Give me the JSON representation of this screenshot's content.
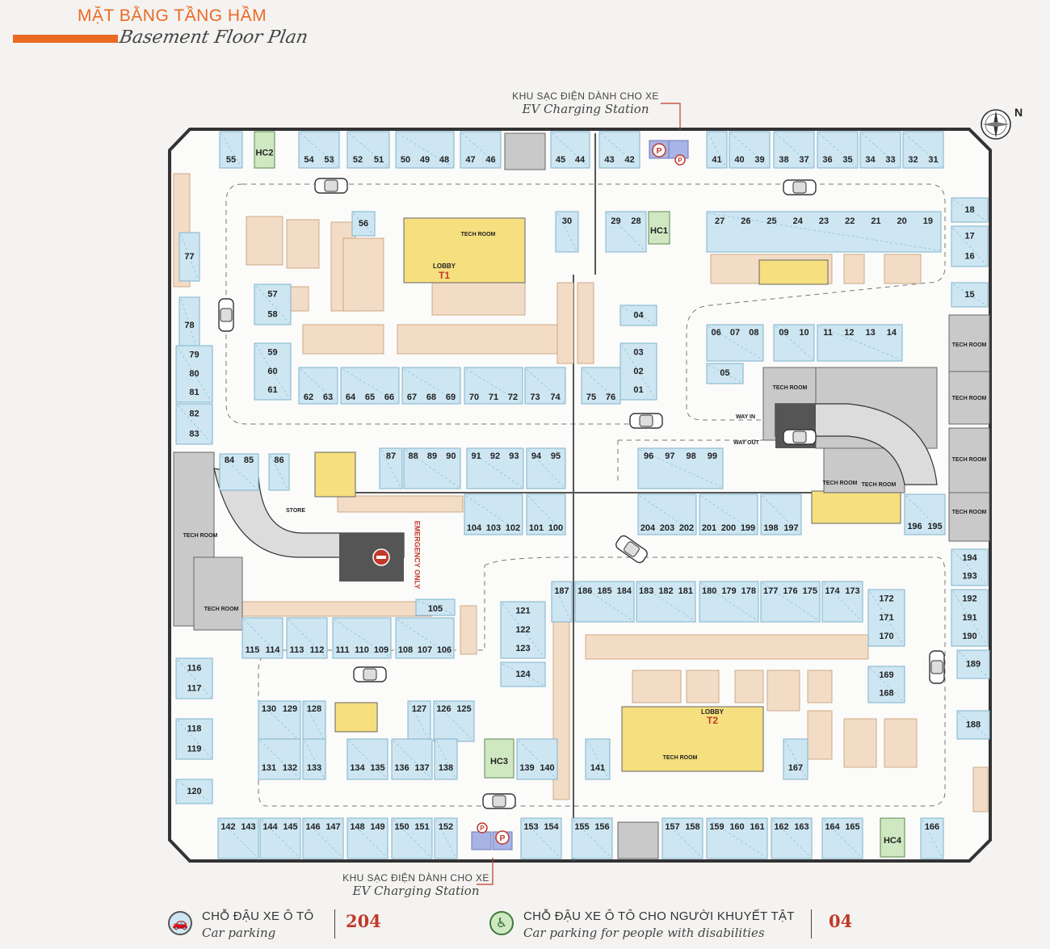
{
  "header": {
    "title_vi": "MẶT BẰNG TẦNG HẦM",
    "title_en": "Basement Floor Plan"
  },
  "ev_callout_top": {
    "vi": "KHU SẠC ĐIỆN DÀNH CHO XE",
    "en": "EV Charging Station"
  },
  "ev_callout_bottom": {
    "vi": "KHU SẠC ĐIỆN DÀNH CHO XE",
    "en": "EV Charging Station"
  },
  "compass": {
    "label": "N"
  },
  "colors": {
    "parking": "#cde6f2",
    "parking_border": "#7fb3cc",
    "bike": "#f3dcc6",
    "core": "#f5df7e",
    "tech": "#c9c9c9",
    "hc": "#cfe8c2",
    "ev": "#a9b4e6",
    "accent": "#ea6a24",
    "count": "#c0392b"
  },
  "labels": {
    "tech_room": "TECH ROOM",
    "lobby": "LOBBY",
    "store": "STORE",
    "way_in": "WAY IN",
    "way_out": "WAY OUT",
    "emergency": "EMERGENCY ONLY",
    "t1": "T1",
    "t2": "T2",
    "p": "P"
  },
  "hc_spaces": [
    "HC1",
    "HC2",
    "HC3",
    "HC4"
  ],
  "parking_spaces": [
    "01",
    "02",
    "03",
    "04",
    "05",
    "06",
    "07",
    "08",
    "09",
    "10",
    "11",
    "12",
    "13",
    "14",
    "15",
    "16",
    "17",
    "18",
    "19",
    "20",
    "21",
    "22",
    "23",
    "24",
    "25",
    "26",
    "27",
    "28",
    "29",
    "30",
    "31",
    "32",
    "33",
    "34",
    "35",
    "36",
    "37",
    "38",
    "39",
    "40",
    "41",
    "42",
    "43",
    "44",
    "45",
    "46",
    "47",
    "48",
    "49",
    "50",
    "51",
    "52",
    "53",
    "54",
    "55",
    "56",
    "57",
    "58",
    "59",
    "60",
    "61",
    "62",
    "63",
    "64",
    "65",
    "66",
    "67",
    "68",
    "69",
    "70",
    "71",
    "72",
    "73",
    "74",
    "75",
    "76",
    "77",
    "78",
    "79",
    "80",
    "81",
    "82",
    "83",
    "84",
    "85",
    "86",
    "87",
    "88",
    "89",
    "90",
    "91",
    "92",
    "93",
    "94",
    "95",
    "96",
    "97",
    "98",
    "99",
    "100",
    "101",
    "102",
    "103",
    "104",
    "105",
    "106",
    "107",
    "108",
    "109",
    "110",
    "111",
    "112",
    "113",
    "114",
    "115",
    "116",
    "117",
    "118",
    "119",
    "120",
    "121",
    "122",
    "123",
    "124",
    "125",
    "126",
    "127",
    "128",
    "129",
    "130",
    "131",
    "132",
    "133",
    "134",
    "135",
    "136",
    "137",
    "138",
    "139",
    "140",
    "141",
    "142",
    "143",
    "144",
    "145",
    "146",
    "147",
    "148",
    "149",
    "150",
    "151",
    "152",
    "153",
    "154",
    "155",
    "156",
    "157",
    "158",
    "159",
    "160",
    "161",
    "162",
    "163",
    "164",
    "165",
    "166",
    "167",
    "168",
    "169",
    "170",
    "171",
    "172",
    "173",
    "174",
    "175",
    "176",
    "177",
    "178",
    "179",
    "180",
    "181",
    "182",
    "183",
    "184",
    "185",
    "186",
    "187",
    "188",
    "189",
    "190",
    "191",
    "192",
    "193",
    "194",
    "195",
    "196",
    "197",
    "198",
    "199",
    "200",
    "201",
    "202",
    "203",
    "204"
  ],
  "legend": {
    "car": {
      "vi": "CHỖ ĐẬU XE Ô TÔ",
      "en": "Car parking",
      "count": "204"
    },
    "disabled": {
      "vi": "CHỖ ĐẬU XE Ô TÔ CHO NGƯỜI KHUYẾT TẬT",
      "en": "Car parking for people with disabilities",
      "count": "04"
    }
  }
}
